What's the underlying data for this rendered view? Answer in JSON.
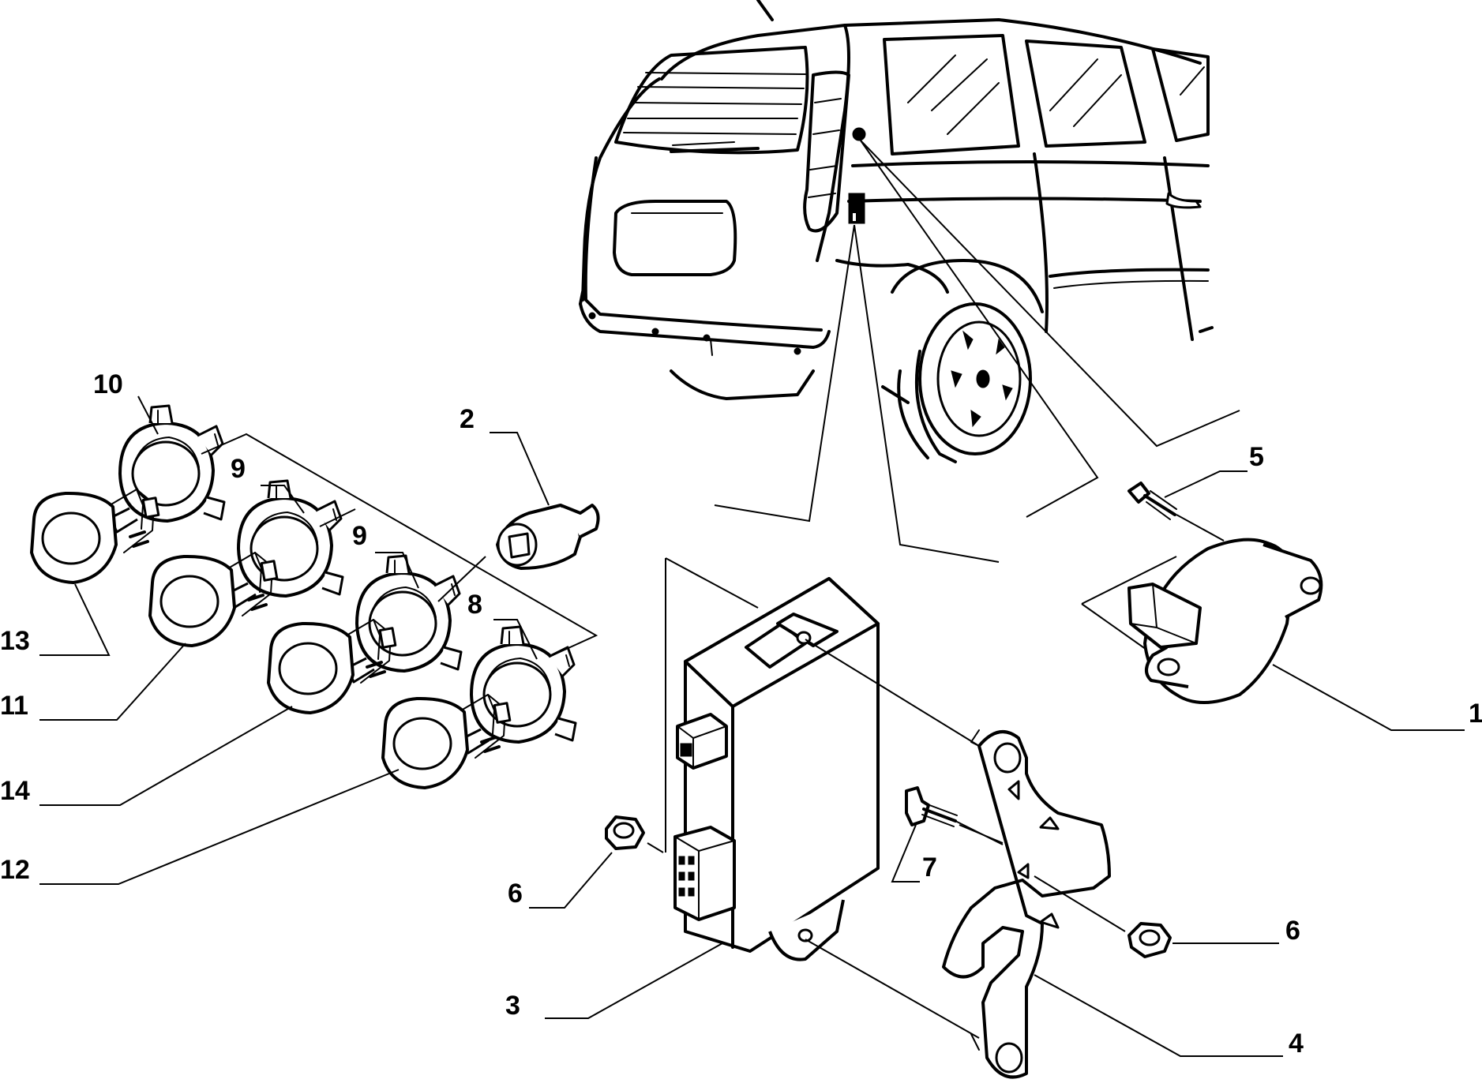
{
  "parts": [
    {
      "id": "p1",
      "label": "1"
    },
    {
      "id": "p2",
      "label": "2"
    },
    {
      "id": "p3",
      "label": "3"
    },
    {
      "id": "p4",
      "label": "4"
    },
    {
      "id": "p5",
      "label": "5"
    },
    {
      "id": "p6a",
      "label": "6"
    },
    {
      "id": "p6b",
      "label": "6"
    },
    {
      "id": "p7",
      "label": "7"
    },
    {
      "id": "p8",
      "label": "8"
    },
    {
      "id": "p9a",
      "label": "9"
    },
    {
      "id": "p9b",
      "label": "9"
    },
    {
      "id": "p10",
      "label": "10"
    },
    {
      "id": "p11",
      "label": "11"
    },
    {
      "id": "p12",
      "label": "12"
    },
    {
      "id": "p13",
      "label": "13"
    },
    {
      "id": "p14",
      "label": "14"
    }
  ],
  "colors": {
    "line": "#000000",
    "background": "#ffffff"
  }
}
